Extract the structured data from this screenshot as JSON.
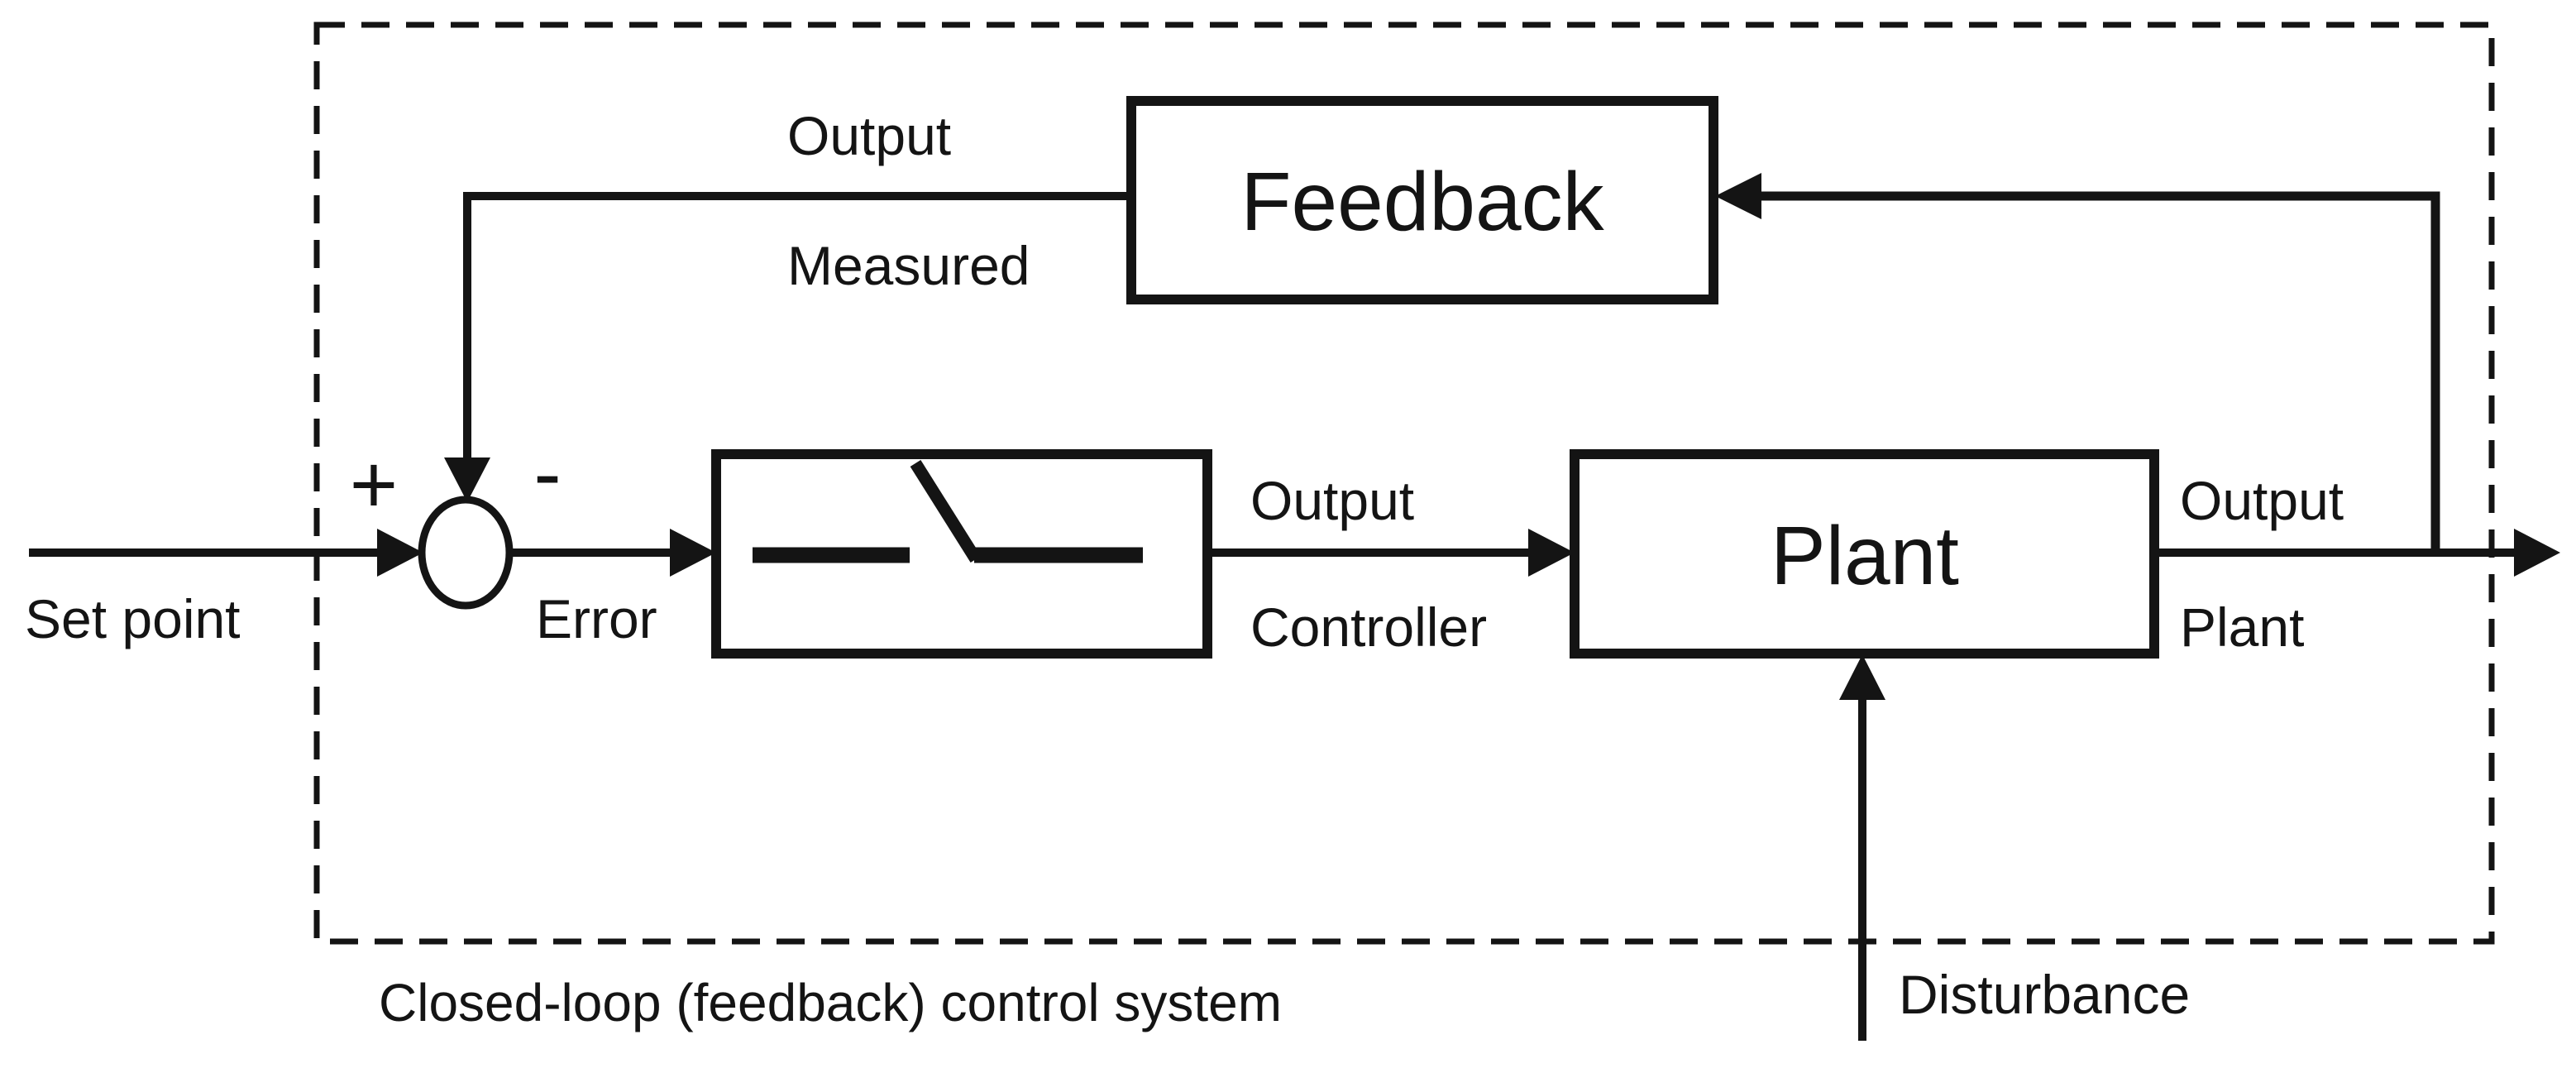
{
  "diagram": {
    "caption": "Closed-loop (feedback) control system",
    "colors": {
      "ink": "#141414",
      "background": "#ffffff"
    },
    "blocks": {
      "feedback": {
        "label": "Feedback"
      },
      "plant": {
        "label": "Plant"
      },
      "controller": {
        "icon": "open-switch-icon"
      }
    },
    "labels": {
      "set_point": "Set point",
      "error": "Error",
      "plus_sign": "+",
      "minus_sign": "-",
      "output_measured": {
        "line1": "Output",
        "line2": "Measured"
      },
      "output_controller": {
        "line1": "Output",
        "line2": "Controller"
      },
      "output_plant": {
        "line1": "Output",
        "line2": "Plant"
      },
      "disturbance": "Disturbance"
    }
  }
}
